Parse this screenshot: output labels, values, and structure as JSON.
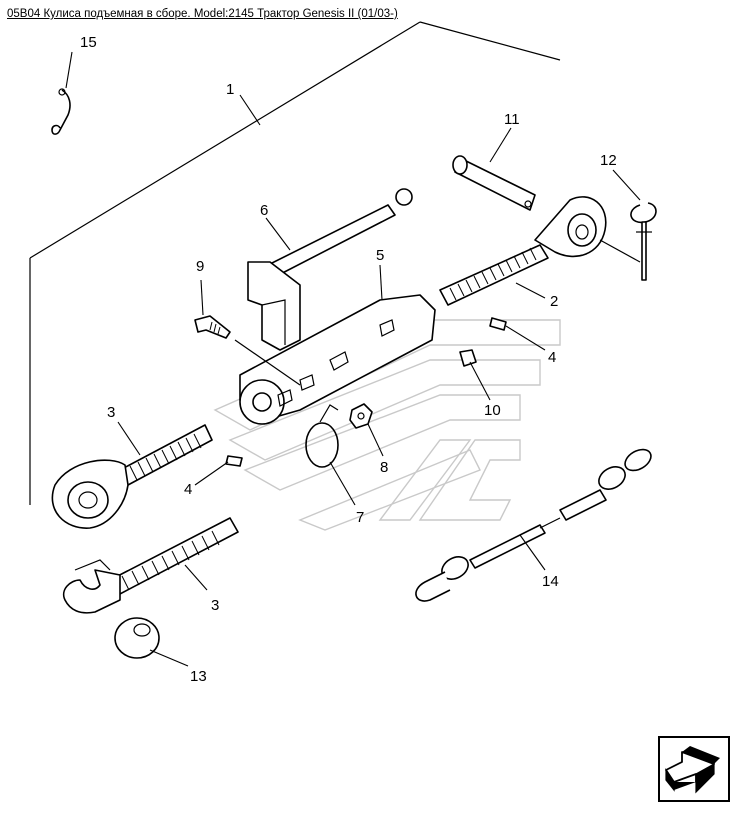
{
  "page": {
    "title": "05B04 Кулиса подъемная в сборе. Model:2145 Трактор Genesis II (01/03-)"
  },
  "callouts": [
    "1",
    "2",
    "3",
    "3",
    "4",
    "4",
    "5",
    "6",
    "7",
    "8",
    "9",
    "10",
    "11",
    "12",
    "13",
    "14",
    "15"
  ],
  "nav": {
    "icon": "arrow-forward-icon"
  }
}
